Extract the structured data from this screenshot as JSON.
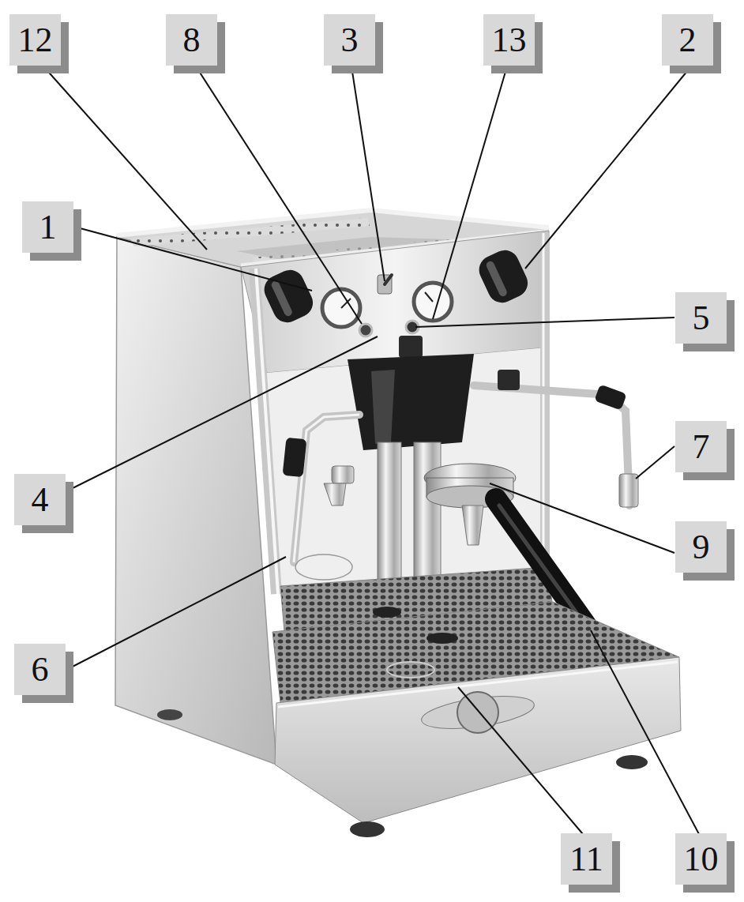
{
  "diagram": {
    "labels": [
      "12",
      "8",
      "3",
      "13",
      "2",
      "1",
      "5",
      "7",
      "4",
      "9",
      "6",
      "11",
      "10"
    ]
  }
}
